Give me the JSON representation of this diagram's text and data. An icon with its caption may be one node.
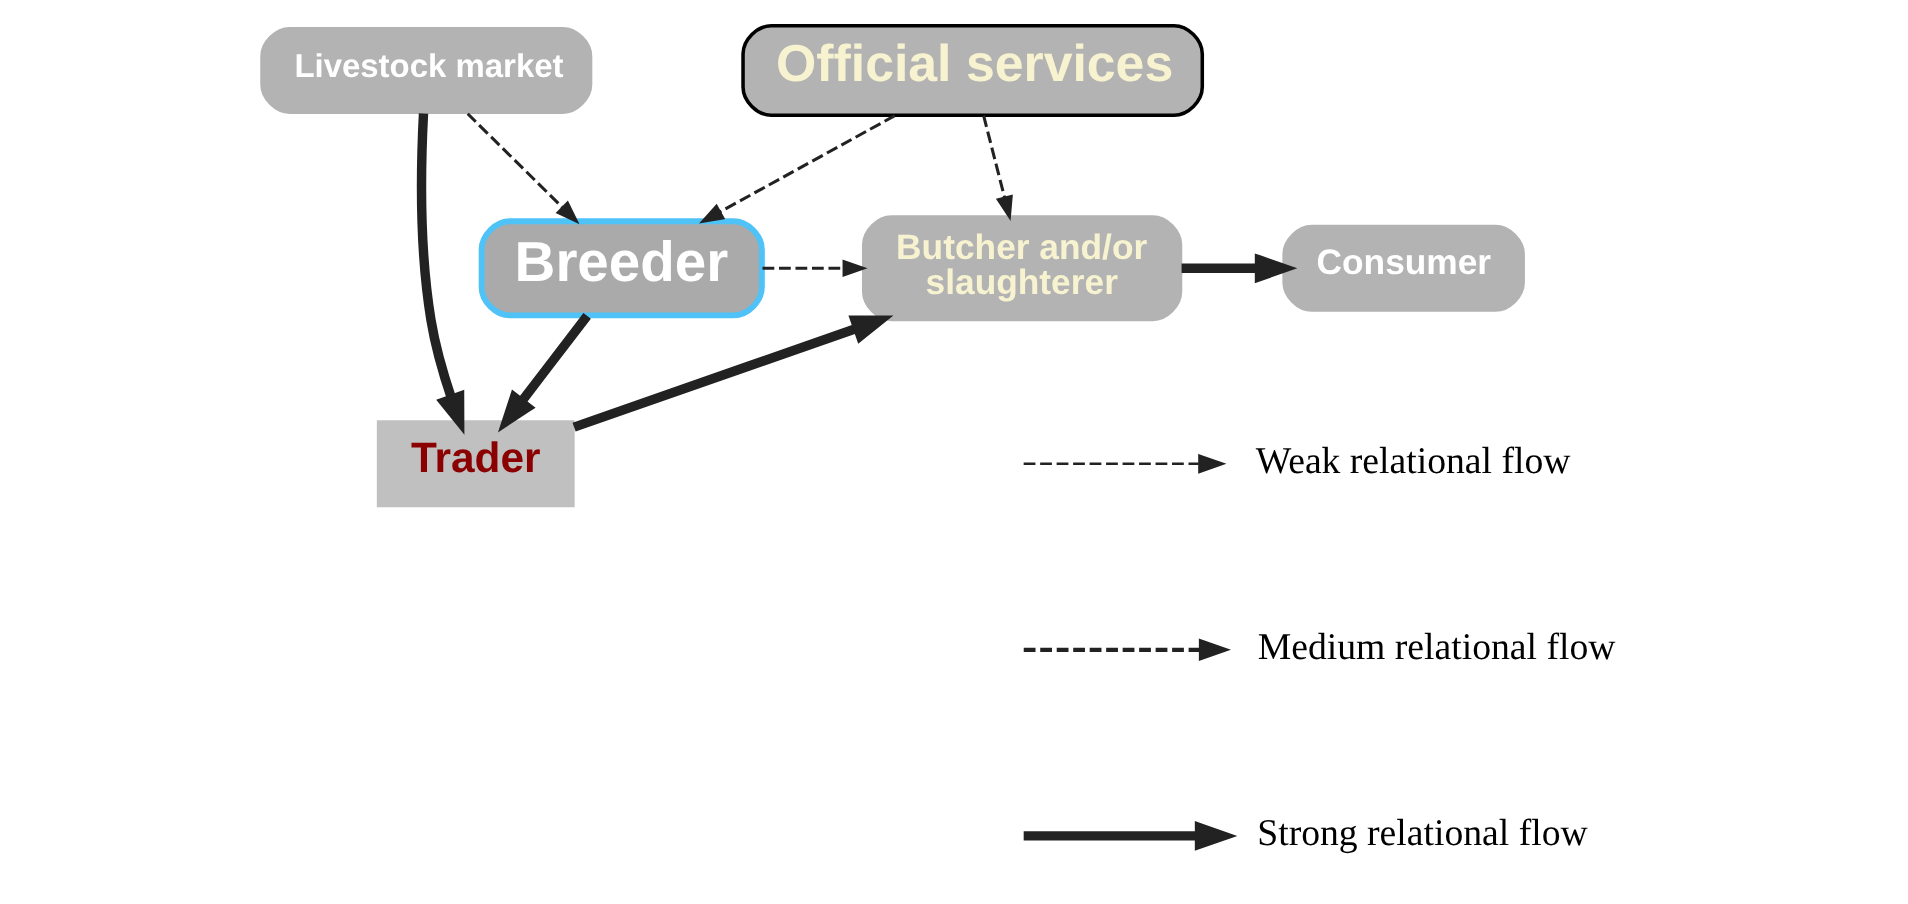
{
  "diagram": {
    "nodes": [
      {
        "text": [
          "Livestock market"
        ]
      },
      {
        "text": [
          "Official services"
        ]
      },
      {
        "text": [
          "Breeder"
        ]
      },
      {
        "text": [
          "Butcher and/or slaughterer"
        ]
      },
      {
        "text": [
          "Consumer"
        ]
      },
      {
        "text": [
          "Trader"
        ]
      }
    ],
    "edges": [
      {
        "from": 0,
        "to": 2,
        "arrow": "to",
        "style": "dashed"
      },
      {
        "from": 0,
        "to": 5,
        "arrow": "to",
        "style": "thick"
      },
      {
        "from": 1,
        "to": 2,
        "arrow": "to",
        "style": "dashed"
      },
      {
        "from": 1,
        "to": 3,
        "arrow": "to",
        "style": "dashed"
      },
      {
        "from": 2,
        "to": 3,
        "arrow": "to",
        "style": "dashed"
      },
      {
        "from": 2,
        "to": 5,
        "arrow": "to",
        "style": "thick"
      },
      {
        "from": 5,
        "to": 3,
        "arrow": "to",
        "style": "thick"
      },
      {
        "from": 3,
        "to": 4,
        "arrow": "to",
        "style": "thick"
      }
    ],
    "legend": [
      {
        "text": "Weak relational flow"
      },
      {
        "text": "Medium relational flow"
      },
      {
        "text": "Strong relational flow"
      }
    ]
  }
}
